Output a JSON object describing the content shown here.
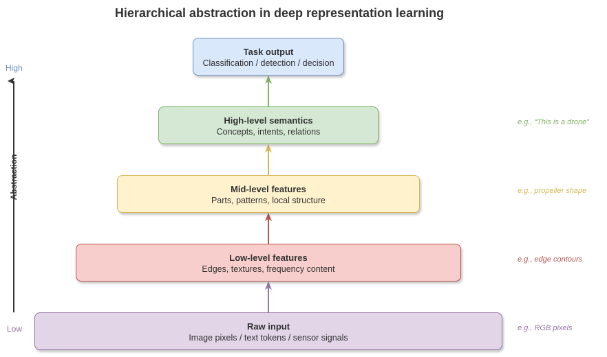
{
  "title": "Hierarchical abstraction in deep representation learning",
  "axis": {
    "high_label": "High",
    "low_label": "Low",
    "title": "Abstraction",
    "high_color": "#6c8ebf",
    "low_color": "#9673a6",
    "line_color": "#333333"
  },
  "layers": [
    {
      "name": "Task output",
      "description": "Classification / detection / decision",
      "fill": "#dae8fc",
      "stroke": "#6c8ebf",
      "example": ""
    },
    {
      "name": "High-level semantics",
      "description": "Concepts, intents, relations",
      "fill": "#d5e8d4",
      "stroke": "#82b366",
      "example": "e.g., “This is a drone”",
      "example_color": "#82b366"
    },
    {
      "name": "Mid-level features",
      "description": "Parts, patterns, local structure",
      "fill": "#fff2cc",
      "stroke": "#d6b656",
      "example": "e.g., propeller shape",
      "example_color": "#d6b656"
    },
    {
      "name": "Low-level features",
      "description": "Edges, textures, frequency content",
      "fill": "#f8cecc",
      "stroke": "#b85450",
      "example": "e.g., edge contours",
      "example_color": "#b85450"
    },
    {
      "name": "Raw input",
      "description": "Image pixels / text tokens / sensor signals",
      "fill": "#e1d5e7",
      "stroke": "#9673a6",
      "example": "e.g., RGB pixels",
      "example_color": "#9673a6"
    }
  ],
  "connectors": [
    {
      "from": "Raw input",
      "to": "Low-level features",
      "color": "#9673a6"
    },
    {
      "from": "Low-level features",
      "to": "Mid-level features",
      "color": "#b85450"
    },
    {
      "from": "Mid-level features",
      "to": "High-level semantics",
      "color": "#d6b656"
    },
    {
      "from": "High-level semantics",
      "to": "Task output",
      "color": "#82b366"
    }
  ]
}
